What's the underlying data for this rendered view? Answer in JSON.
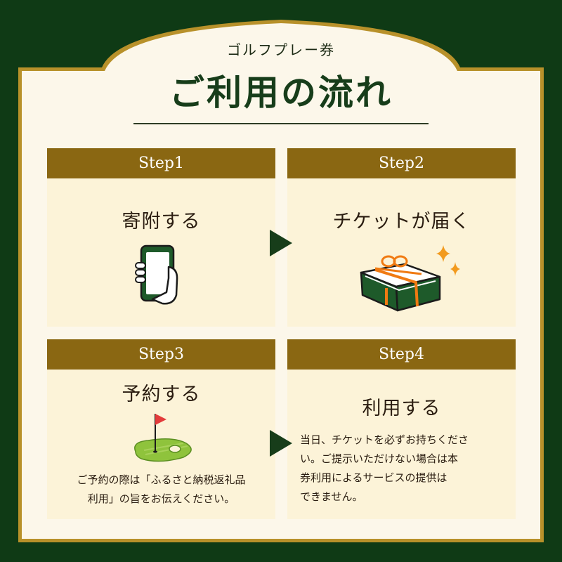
{
  "header": {
    "subtitle": "ゴルフプレー券",
    "title": "ご利用の流れ"
  },
  "steps": [
    {
      "label": "Step1",
      "title": "寄附する",
      "icon": "smartphone-icon",
      "note": []
    },
    {
      "label": "Step2",
      "title": "チケットが届く",
      "icon": "gift-box-icon",
      "note": []
    },
    {
      "label": "Step3",
      "title": "予約する",
      "icon": "golf-green-flag-icon",
      "note": [
        "ご予約の際は「ふるさと納税返礼品",
        "利用」の旨をお伝えください。"
      ]
    },
    {
      "label": "Step4",
      "title": "利用する",
      "icon": "none",
      "note": [
        "当日、チケットを必ずお持ちくださ",
        "い。ご提示いただけない場合は本",
        "券利用によるサービスの提供は",
        "できません。"
      ]
    }
  ],
  "colors": {
    "background": "#0f3a15",
    "panel": "#fcf3d8",
    "step_header": "#8a6712",
    "gold_border": "#b8912a",
    "arrow": "#173d1a",
    "gift_ribbon": "#f07a12",
    "sparkle": "#f29a1e",
    "green_accent": "#8fc33c"
  }
}
